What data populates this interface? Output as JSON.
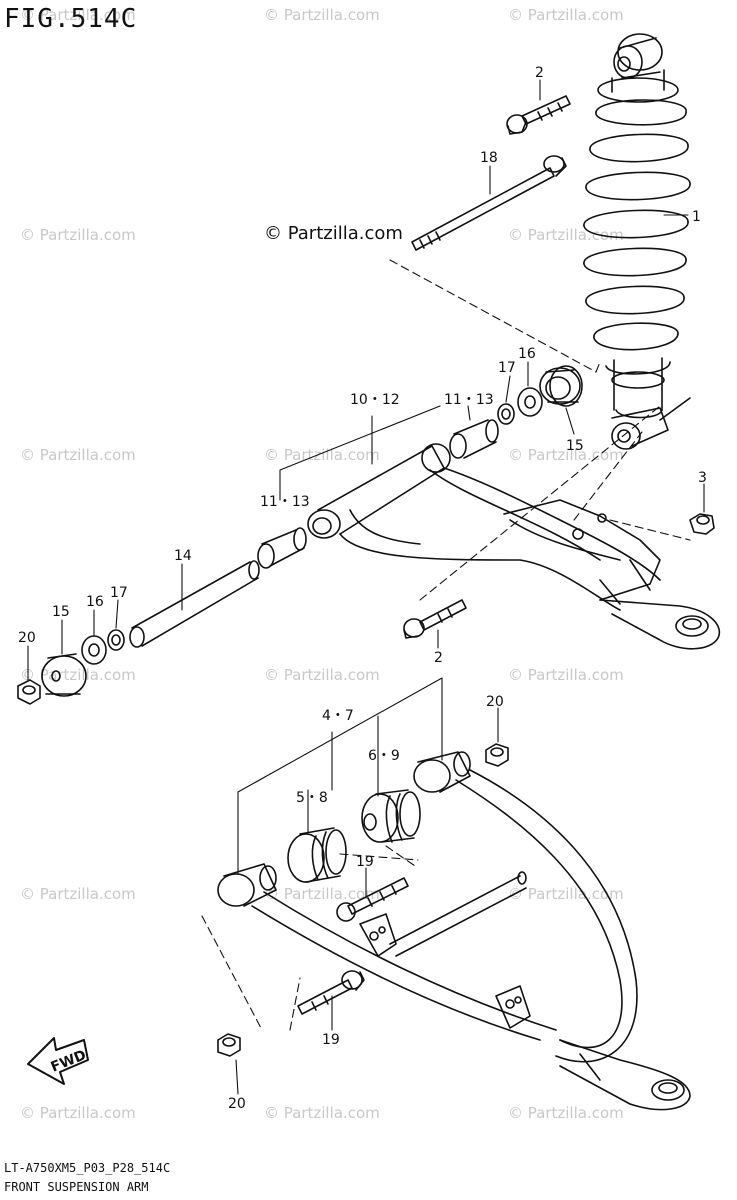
{
  "figure": {
    "title": "FIG.514C",
    "code": "LT-A750XM5_P03_P28_514C",
    "caption": "FRONT SUSPENSION ARM",
    "brand": "© Partzilla.com",
    "watermark": "© Partzilla.com",
    "fwd_label": "FWD"
  },
  "callouts": {
    "c1": "1",
    "c2a": "2",
    "c2b": "2",
    "c3": "3",
    "c47": "4・7",
    "c58": "5・8",
    "c69": "6・9",
    "c1012": "10・12",
    "c1113a": "11・13",
    "c1113b": "11・13",
    "c14": "14",
    "c15a": "15",
    "c15b": "15",
    "c16a": "16",
    "c16b": "16",
    "c17a": "17",
    "c17b": "17",
    "c18": "18",
    "c19a": "19",
    "c19b": "19",
    "c20a": "20",
    "c20b": "20",
    "c20c": "20"
  }
}
